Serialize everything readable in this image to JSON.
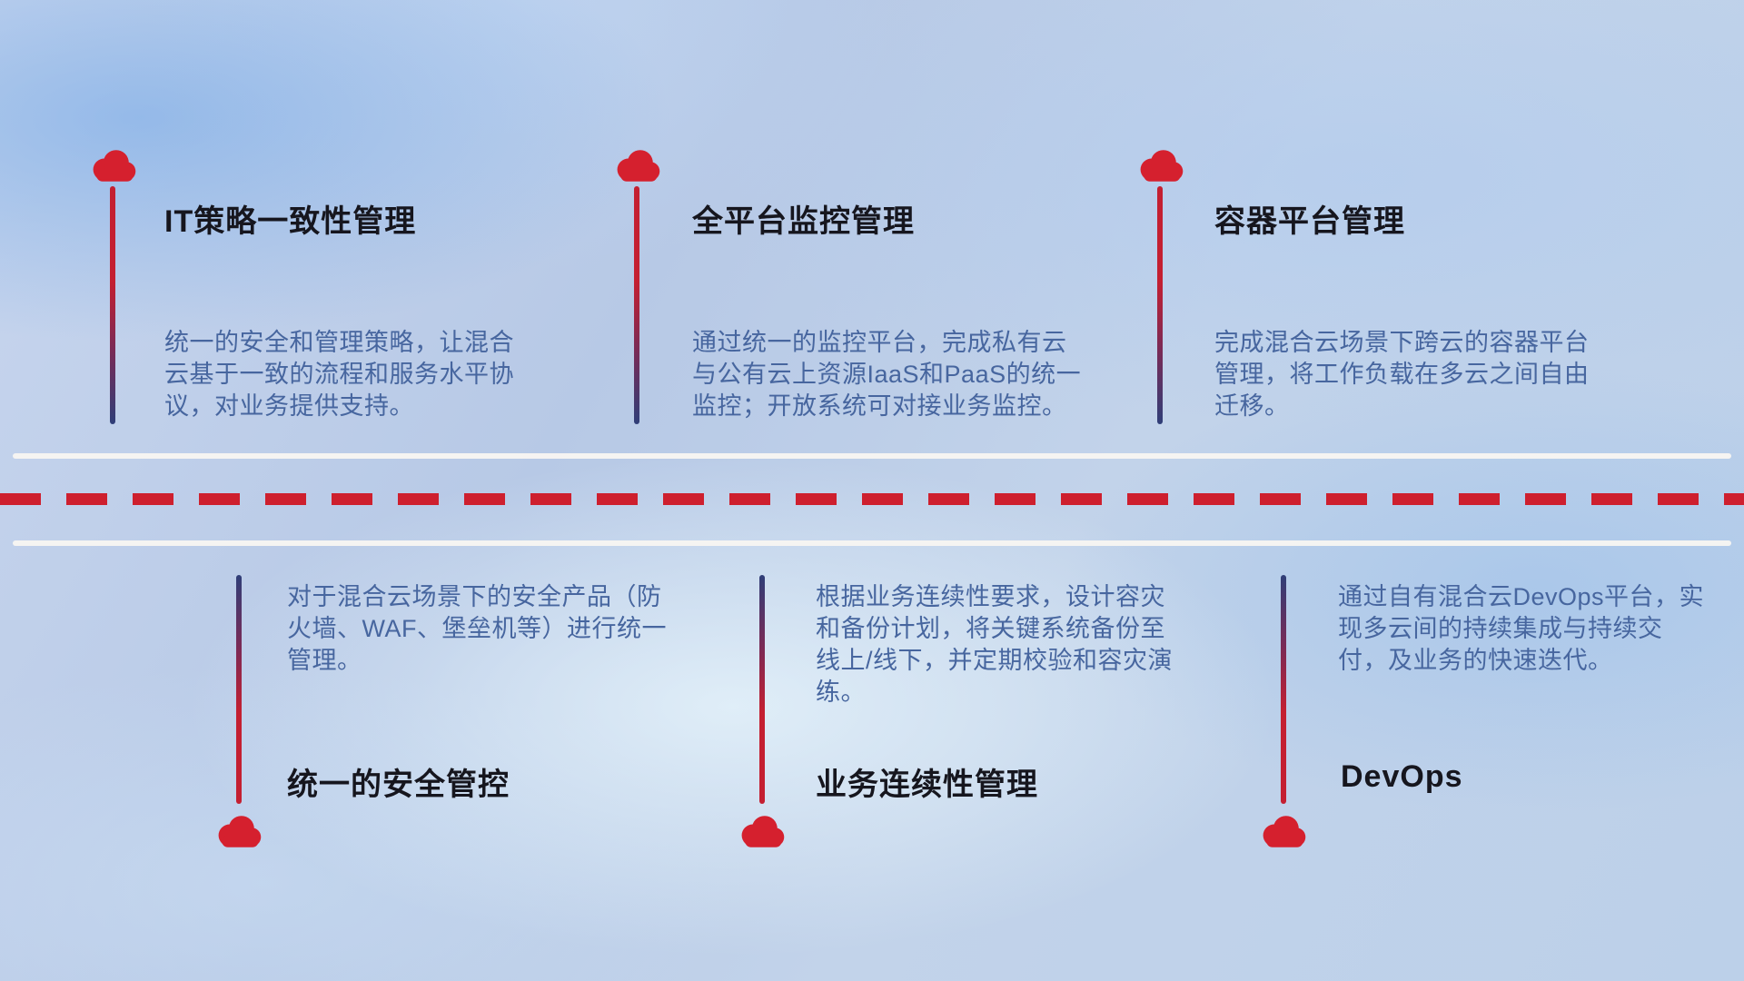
{
  "top_items": [
    {
      "title": "IT策略一致性管理",
      "description": "统一的安全和管理策略，让混合云基于一致的流程和服务水平协议，对业务提供支持。"
    },
    {
      "title": "全平台监控管理",
      "description": "通过统一的监控平台，完成私有云与公有云上资源IaaS和PaaS的统一监控；开放系统可对接业务监控。"
    },
    {
      "title": "容器平台管理",
      "description": "完成混合云场景下跨云的容器平台管理，将工作负载在多云之间自由迁移。"
    }
  ],
  "bottom_items": [
    {
      "title": "统一的安全管控",
      "description": "对于混合云场景下的安全产品（防火墙、WAF、堡垒机等）进行统一管理。"
    },
    {
      "title": "业务连续性管理",
      "description": "根据业务连续性要求，设计容灾和备份计划，将关键系统备份至线上/线下，并定期校验和容灾演练。"
    },
    {
      "title": "DevOps",
      "description": "通过自有混合云DevOps平台，实现多云间的持续集成与持续交付，及业务的快速迭代。"
    }
  ],
  "colors": {
    "cloud_red": "#d5202e",
    "line_gradient_start": "#c41f31",
    "line_gradient_end": "#2f3e78",
    "dash_red": "#ce1f2e",
    "title_text": "#16161e",
    "description_text": "#47669f"
  }
}
